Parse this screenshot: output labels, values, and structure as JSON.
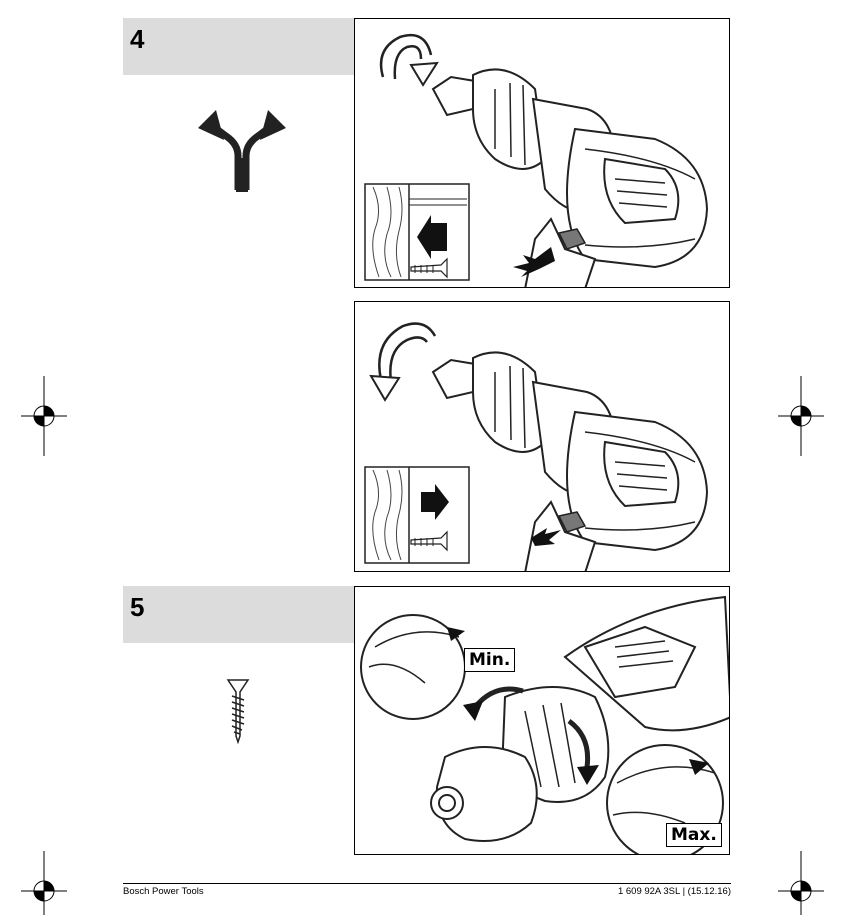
{
  "steps": [
    {
      "number": "4"
    },
    {
      "number": "5"
    }
  ],
  "figure": {
    "min_label": "Min.",
    "max_label": "Max."
  },
  "footer": {
    "left": "Bosch Power Tools",
    "right": "1 609 92A 3SL | (15.12.16)"
  },
  "icons": [
    "direction-fork-icon",
    "screw-icon",
    "registration-mark-icon"
  ]
}
